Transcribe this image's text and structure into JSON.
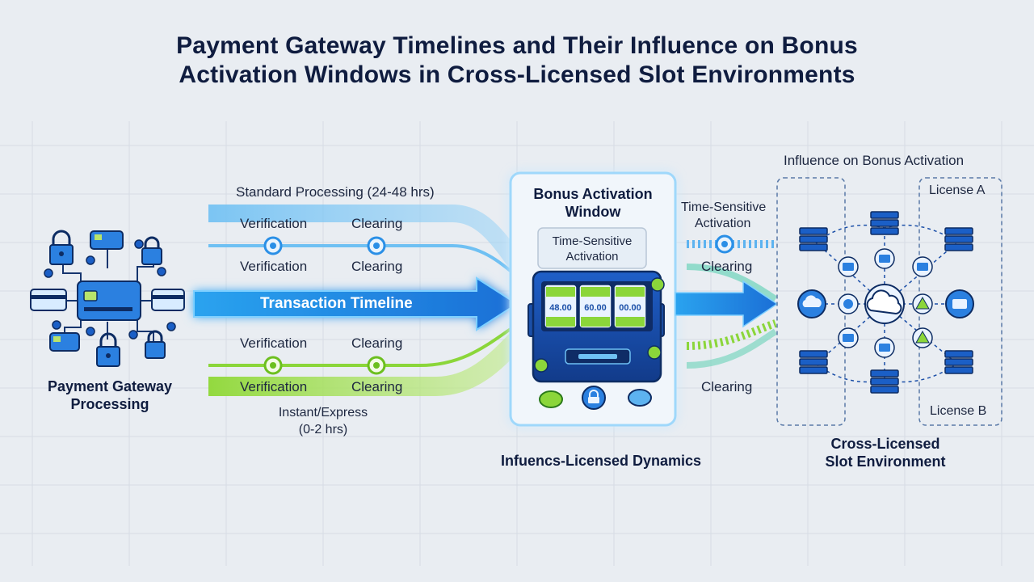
{
  "title": {
    "line1": "Payment Gateway Timelines and Their Influence on Bonus",
    "line2": "Activation Windows in Cross-Licensed Slot Environments"
  },
  "left": {
    "label_line1": "Payment Gateway",
    "label_line2": "Processing"
  },
  "standard": {
    "label": "Standard Processing (24-48 hrs)",
    "steps_top": [
      "Verification",
      "Clearing"
    ],
    "steps_bottom": [
      "Verification",
      "Clearing"
    ]
  },
  "transaction": {
    "label": "Transaction Timeline"
  },
  "instant": {
    "steps_top": [
      "Verification",
      "Clearing"
    ],
    "steps_bottom": [
      "Verification",
      "Clearing"
    ],
    "label_line1": "Instant/Express",
    "label_line2": "(0-2 hrs)"
  },
  "bonus_window": {
    "title_line1": "Bonus Activation",
    "title_line2": "Window",
    "sub_line1": "Time-Sensitive",
    "sub_line2": "Activation",
    "reels": [
      "48.00",
      "60.00",
      "00.00"
    ],
    "caption": "Infuencs-Licensed Dynamics"
  },
  "right_flow": {
    "ts_line1": "Time-Sensitive",
    "ts_line2": "Activation",
    "clearing_top": "Clearing",
    "clearing_bottom": "Clearing"
  },
  "cross": {
    "heading": "Influence on Bonus Activation",
    "license_a": "License A",
    "license_b": "License B",
    "label_line1": "Cross-Licensed",
    "label_line2": "Slot Environment"
  },
  "colors": {
    "background": "#e9edf2",
    "blue_primary": "#1f6fd8",
    "blue_light": "#5db3f0",
    "green": "#8bd63a",
    "navy": "#0f1c3f"
  },
  "icons": [
    "lock-icon",
    "credit-card-icon",
    "slot-machine-icon",
    "cloud-icon",
    "server-icon",
    "warning-icon",
    "coin-icon"
  ]
}
